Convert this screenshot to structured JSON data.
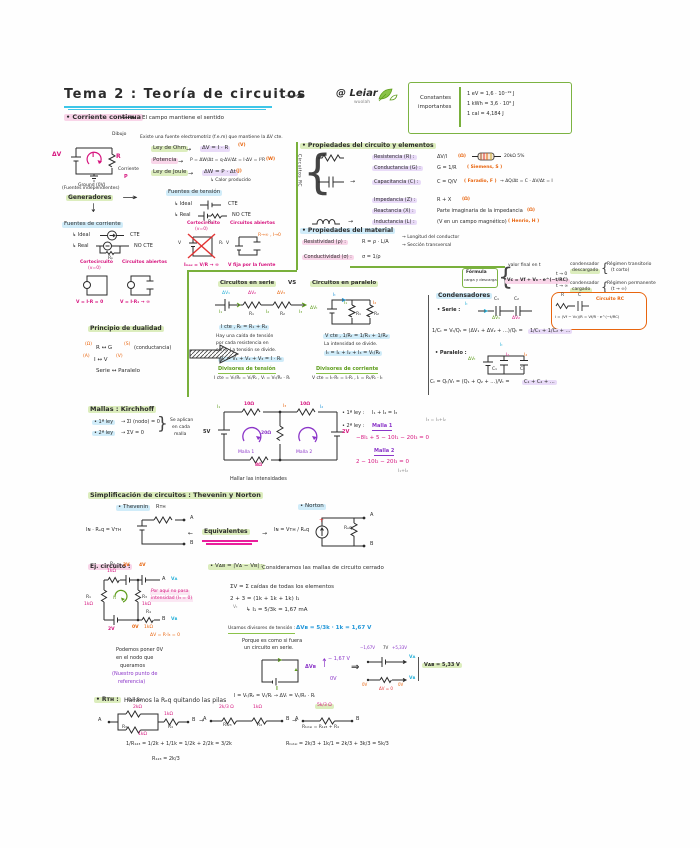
{
  "glyphs": {
    "arr": "→",
    "darr": "↓",
    "hook": "↳",
    "imp": "⇒",
    "lbr": "{",
    "rbr": "}",
    "larr": "←",
    "up": "↑"
  },
  "header": {
    "title": "Tema 2 : Teoría de circuitos",
    "handle": "@ Leiar",
    "handle_sub": "wuolah"
  },
  "constants": {
    "l1": "Constantes",
    "l2": "importantes",
    "c1": "1 eV = 1,6 · 10⁻¹⁹ J",
    "c2": "1 kWh = 3,6 · 10⁶ J",
    "c3": "1 cal = 4,184 J"
  },
  "cc": {
    "title": "• Corriente continua",
    "note": "El campo mantiene el sentido",
    "fem": "Existe una fuente electromotriz (f.e.m) que mantiene la ΔV cte.",
    "dibujo": "Dibujo",
    "dv": "ΔV",
    "i": "I",
    "r": "R",
    "ground": "Ground (0V)",
    "corr": "Corriente",
    "p": "P"
  },
  "laws": {
    "ohm": "Ley de Ohm",
    "ohm_f": "ΔV = I · R",
    "ohm_u": "(V)",
    "pot": "Potencia",
    "pot_f": "P = ΔW/Δt = q·ΔV/Δt = I·ΔV = I²R",
    "pot_u": "(W)",
    "joule": "Ley de Joule",
    "joule_f": "ΔW = P · Δt",
    "joule_u": "(J)",
    "joule_n": "↳ Calor producido"
  },
  "gen": {
    "pre": "(Fuentes independientes)",
    "title": "Generadores",
    "ft": "Fuentes de tensión",
    "ideal": "↳ Ideal",
    "cte": "CTE",
    "real": "↳ Real",
    "nocte": "NO CTE",
    "ri": "Rᵢ",
    "fc": "Fuentes de corriente",
    "rp": "Rₚ",
    "v": "V",
    "ri2": "Rᵢ",
    "corto1": "Cortocircuito",
    "corto1b": "(v=0)",
    "corto1_f": "V = I·R = 0",
    "ab1": "Circuitos abiertos",
    "ab1_f": "V = I·R₁ → ∞",
    "corto2": "Cortocircuito",
    "corto2b": "(v=0)",
    "corto2_f": "Iₘₐₓ = V/R → ∞",
    "ab2": "Circuitos abiertos",
    "ab2_n": "R→∞ , I→0",
    "ab2_f": "V fija por la fuente"
  },
  "props": {
    "title": "• Propiedades del circuito y elementos",
    "side": "Circuitos RC",
    "r_n": "Resistencia (R) :",
    "r_f": "ΔV/I",
    "r_u": "(Ω)",
    "r_icon": "20kΩ 5%",
    "g_n": "Conductancia (G) :",
    "g_f": "G = 1/R",
    "g_u": "( Siemens, S )",
    "c_n": "Capacitancia (C) :",
    "c_f": "C = Q/V",
    "c_u": "( Faradio, F )",
    "c_x": "→ ΔQ/Δt = C · ΔV/Δt = I",
    "z_n": "Impedancia (Z) :",
    "z_f": "R + X",
    "z_u": "(Ω)",
    "x_n": "Reactancia (X) :",
    "x_f": "Parte imaginaria de la impedancia",
    "x_u": "(Ω)",
    "l_n": "Inductancia (L) :",
    "l_f": "(V en un campo magnético)",
    "l_u": "( Henrio, H )"
  },
  "mat": {
    "title": "• Propiedades del material",
    "rho_n": "Resistividad (ρ) :",
    "rho_f": "R = ρ · L/A",
    "rho_1": "→ Longitud del conductor",
    "rho_2": "→ Sección transversal",
    "sig_n": "Conductividad (σ) :",
    "sig_f": "σ = 1/ρ"
  },
  "sp": {
    "ts": "Circuitos en serie",
    "vs": "VS",
    "tp": "Circuitos en paralelo",
    "s_cte": "I cte ,  Rₜ = R₁ + R₂",
    "s_n1": "Hay una caída de tensión",
    "s_n2": "por cada resistencia en",
    "s_n3": "serie. La tensión se divide.",
    "s_f": "Vₜ = V₁ + V₂ + V₃ = I · Rₜ",
    "s_d": "Divisores de tensión",
    "s_df": "I cte = Vₜ/Rₜ = Vᵢ/Rᵢ ,  Vᵢ = Vₜ/Rₜ · Rᵢ",
    "p_cte": "V cte ,  1/Rₜ = 1/R₁ + 1/R₂",
    "p_n": "La intensidad se divide.",
    "p_f": "Iₜ = I₁ + I₂ + I₃ = Vₜ/Rₜ",
    "p_d": "Divisores de corriente",
    "p_df": "V cte = Iₜ·Rₜ = Iᵢ·Rᵢ ,  Iᵢ = Rₜ/Rᵢ · Iₜ",
    "dv1": "ΔV₁",
    "dv2": "ΔV₂",
    "dv3": "ΔV₃",
    "i1": "I₁",
    "i2": "I₂",
    "i3": "I₃",
    "r1": "R₁",
    "r2": "R₂",
    "dvt": "ΔVₜ",
    "it": "Iₜ"
  },
  "dual": {
    "title": "Principio de dualidad",
    "a1": "(Ω)",
    "l1": "R ↔ G",
    "b1": "(S)",
    "c1": "(conductancia)",
    "a2": "(A)",
    "l2": "I ↔ V",
    "b2": "(V)",
    "l3": "Serie ↔ Paralelo"
  },
  "cond": {
    "title": "Condensadores",
    "box1": "Fórmula",
    "box2": "carga y descarga",
    "note": "valor final en t",
    "f": "Vᴄ = Vf + V₀ · e^(−t/RC)",
    "t0": "t → 0",
    "tinf": "t → ∞",
    "desc_l1": "condensador",
    "desc_l2": "descargado",
    "desc1": "Régimen transitorio",
    "desc2": "(t corto)",
    "carg_l1": "condensador",
    "carg_l2": "cargado",
    "carg1": "Régimen permanente",
    "carg2": "(t → ∞)",
    "rc_t": "Circuito RC",
    "rc_r": "R",
    "rc_c": "C",
    "rc_f": "i = (Vf − Vᴄ)/R = Vf/R · e^(−t/RC)",
    "serie": "• Serie :",
    "sf1": "1/Cₜ = Vₜ/Qₜ = (ΔV₁ + ΔV₂ + …)/Qₜ =",
    "sf2": "1/C₁ + 1/C₂ + …",
    "par": "• Paralelo :",
    "pf1": "Cₜ = Qₜ/Vₜ = (Q₁ + Q₂ + …)/Vₜ =",
    "pf2": "C₁ + C₂ + …",
    "c1": "C₁",
    "c2": "C₂",
    "it": "Iₜ",
    "dv1": "ΔV₁",
    "dv2": "ΔV₂",
    "dv": "ΔVₜ",
    "i1": "I₁",
    "i2": "I₂"
  },
  "mallas": {
    "title": "Mallas : Kirchhoff",
    "l1a": "• 1ª ley",
    "l1b": "→ ΣI (nodo) = 0",
    "l2a": "• 2ª ley",
    "l2b": "→ ΣV = 0",
    "ap1": "Se aplican",
    "ap2": "en cada",
    "ap3": "malla",
    "v5": "5V",
    "r10a": "10Ω",
    "r10b": "10Ω",
    "r20": "20Ω",
    "r8": "8Ω",
    "v2": "2V",
    "m1": "Malla 1",
    "m2": "Malla 2",
    "i1": "I₁",
    "i2": "I₂",
    "i3": "I₃",
    "task": "Hallar las intensidades",
    "e1a": "• 1ª ley :",
    "e1b": "I₁ + I₂ = I₃",
    "e2a": "• 2ª ley :",
    "m1t": "Malla 1",
    "m1n": "I₃ = I₁+I₂",
    "m1e": "−8I₁ + 5 − 10I₁ − 20I₃ = 0",
    "m2t": "Malla 2",
    "m2e": "2 − 10I₂ − 20I₃ = 0",
    "m2n": "I₁+I₂"
  },
  "tn": {
    "title": "Simplificación de circuitos : Thevenin y Norton",
    "th": "• Thevenin",
    "no": "• Norton",
    "eq": "Equivalentes",
    "th_f": "Iɴ · Rₑq = Vᴛʜ",
    "no_f": "Iɴ = Vᴛʜ / Rₑq",
    "rth": "Rᴛʜ",
    "req": "Rₑq",
    "a": "A",
    "b": "B"
  },
  "ej": {
    "title": "Ej. circuito :",
    "r1": "R₁",
    "r2": "R₂",
    "r3": "R₃",
    "r4": "R₄",
    "k1": "1kΩ",
    "k2": "1kΩ",
    "k3": "1kΩ",
    "k4": "1kΩ",
    "v3": "3V",
    "v4": "4V",
    "v2": "2V",
    "zero": "0V",
    "a": "A",
    "va": "Vᴀ",
    "b": "B",
    "vb": "Vʙ",
    "i1": "I₁",
    "n1": "Por aquí no pasa",
    "n2": "intensidad (I₃ = 0)",
    "dv0": "ΔV = R·I₃ = 0",
    "q1": "Podemos poner 0V",
    "q2": "en el nodo que",
    "q3": "queramos",
    "q4": "(Nuestro punto de",
    "q5": "referencia)"
  },
  "vab": {
    "h1": "• Vᴀʙ = |Vᴀ − Vʙ| :",
    "h2": "Consideramos las mallas de circuito cerrado",
    "l1": "ΣV = Σ caídas de todas los elementos",
    "l2": "2 + 3 = (1k + 1k + 1k) I₁",
    "l2n": "Vₜ",
    "l3": "↳ I₁ = 5/3k = 1,67 mA",
    "l4a": "Usamos divisores de tensión :",
    "l4b": "ΔVʙ = 5/3k · 1k = 1,67 V",
    "l5a": "Porque es como si fuera",
    "l5b": "un circuito en serie.",
    "dvb": "ΔVʙ",
    "v167": "− 1,67 V",
    "v0": "0V",
    "i": "I",
    "lf": "I = Vₜ/Rₜ = Vᵢ/Rᵢ → ΔVᵢ = Vₜ/Rₜ · Rᵢ",
    "rc1": "−1,67V",
    "rc2": "7V",
    "rc3": "+5,33V",
    "rc4": "Vᴀ",
    "rc5": "0V",
    "rc6": "ΔV = 0",
    "rc7": "0V",
    "rc8": "Vʙ",
    "res": "Vᴀʙ = 5,33 V"
  },
  "rth": {
    "pre": "• Rᴛʜ :",
    "title": "Hallamos la Rₑq quitando las pilas",
    "a": "A",
    "b": "B",
    "r12": "R₁+R₂",
    "k2": "2kΩ",
    "r3": "R₃",
    "k1a": "1kΩ",
    "k1b": "1kΩ",
    "r4a": "R₄",
    "r123v": "2k/3 Ω",
    "r123": "R₁₂₃",
    "k1c": "1kΩ",
    "r4b": "R₄",
    "rtotv": "5k/3 Ω",
    "rtot": "Rₜₒₜₐₗ = R₁₂₃ + R₄",
    "e1": "1/R₁₂₃ = 1/2k + 1/1k = 1/2k + 2/2k = 3/2k",
    "e2": "R₁₂₃ = 2k/3",
    "e3": "Rₜₒₜₐₗ = 2k/3 + 1k/1 = 2k/3 + 3k/3 = 5k/3"
  }
}
